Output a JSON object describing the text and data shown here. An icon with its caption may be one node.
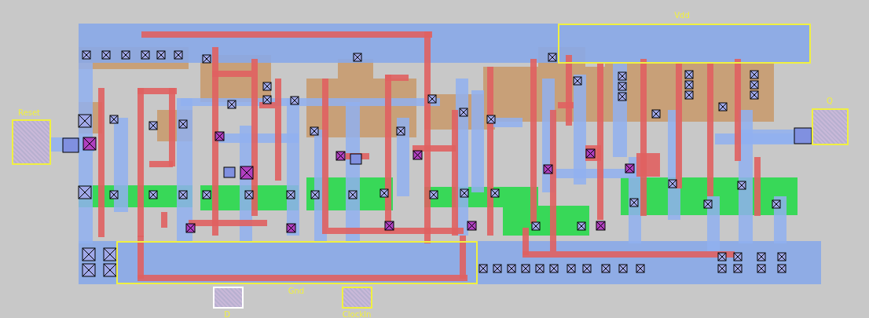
{
  "diagram": {
    "nodes": [
      {
        "text": [
          "Vdd"
        ]
      },
      {
        "text": [
          "Reset"
        ]
      },
      {
        "text": [
          "Q"
        ]
      },
      {
        "text": [
          "Gnd"
        ]
      },
      {
        "text": [
          "D"
        ]
      },
      {
        "text": [
          "ClockIn"
        ]
      }
    ]
  }
}
